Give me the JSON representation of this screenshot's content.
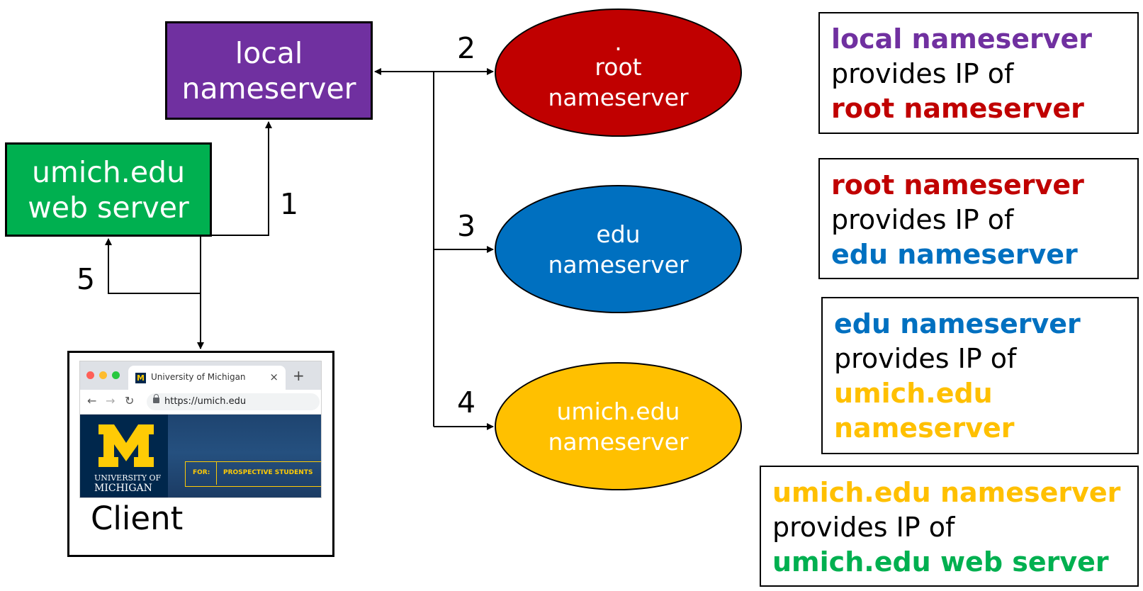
{
  "nodes": {
    "local": {
      "line1": "local",
      "line2": "nameserver"
    },
    "web": {
      "line1": "umich.edu",
      "line2": "web server"
    },
    "root": {
      "line1": ".",
      "line2": "root",
      "line3": "nameserver"
    },
    "edu": {
      "line1": "edu",
      "line2": "nameserver"
    },
    "umich": {
      "line1": "umich.edu",
      "line2": "nameserver"
    }
  },
  "steps": [
    "1",
    "2",
    "3",
    "4",
    "5"
  ],
  "client": {
    "label": "Client",
    "browser": {
      "tab_title": "University of Michigan",
      "tab_close": "×",
      "new_tab": "+",
      "url": "https://umich.edu",
      "logo_letter": "M",
      "name_line1": "UNIVERSITY OF",
      "name_line2": "MICHIGAN",
      "for_label": "FOR:",
      "audience": "PROSPECTIVE STUDENTS",
      "icons": [
        "back-arrow-icon",
        "forward-arrow-icon",
        "reload-icon",
        "lock-icon"
      ]
    }
  },
  "info_boxes": [
    {
      "subject": "local nameserver",
      "verb": "provides IP of",
      "object": "root nameserver"
    },
    {
      "subject": "root nameserver",
      "verb": "provides IP of",
      "object": "edu nameserver"
    },
    {
      "subject": "edu nameserver",
      "verb": "provides IP of",
      "object_line1": "umich.edu",
      "object_line2": "nameserver"
    },
    {
      "subject": "umich.edu nameserver",
      "verb": "provides IP of",
      "object": "umich.edu web server"
    }
  ],
  "colors": {
    "local": "#7030a0",
    "web": "#00b050",
    "root": "#c00000",
    "edu": "#0070c0",
    "umich": "#ffc000"
  }
}
